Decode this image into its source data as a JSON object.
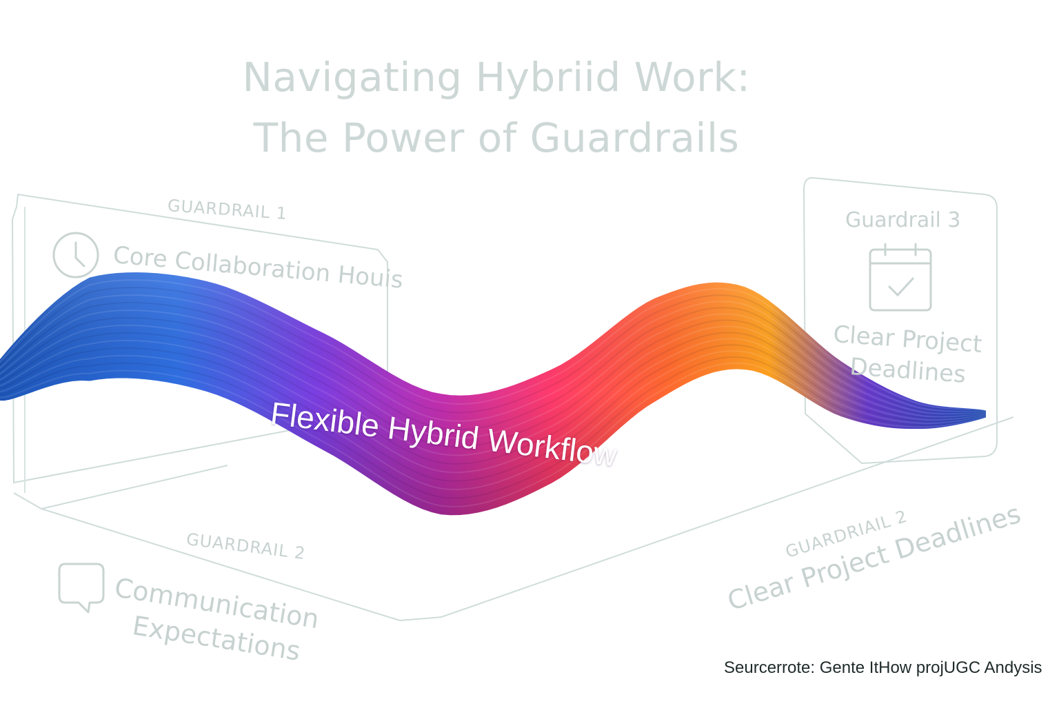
{
  "title": {
    "line1": "Navigating Hybriid Work:",
    "line2": "The Power of Guardrails"
  },
  "panels": {
    "left": {
      "tag": "GUARDRAIL 1",
      "text": "Core Collaboration Houis",
      "icon": "clock-icon"
    },
    "right": {
      "tag": "Guardrail 3",
      "text_line1": "Clear Project",
      "text_line2": "Deadlines",
      "icon": "calendar-check-icon"
    },
    "bottom_left": {
      "tag": "GUARDRAIL 2",
      "text_line1": "Communication",
      "text_line2": "Expectations",
      "icon": "chat-bubble-icon"
    },
    "bottom_right": {
      "tag": "GUARDRIAIL 2",
      "text": "Clear Project Deadlines"
    }
  },
  "flow": {
    "label": "Flexible Hybrid Workflow",
    "colors": [
      "#1f5fc0",
      "#2e6fe0",
      "#7a3fe0",
      "#c02fb0",
      "#ff3d6e",
      "#ff7a2e",
      "#ffa726",
      "#2a58c8"
    ]
  },
  "source": "Seurcerrote: Gente ItHow projUGC Andysis",
  "colors": {
    "outline": "#cfdcda",
    "faded_text": "#c7d2d0"
  }
}
